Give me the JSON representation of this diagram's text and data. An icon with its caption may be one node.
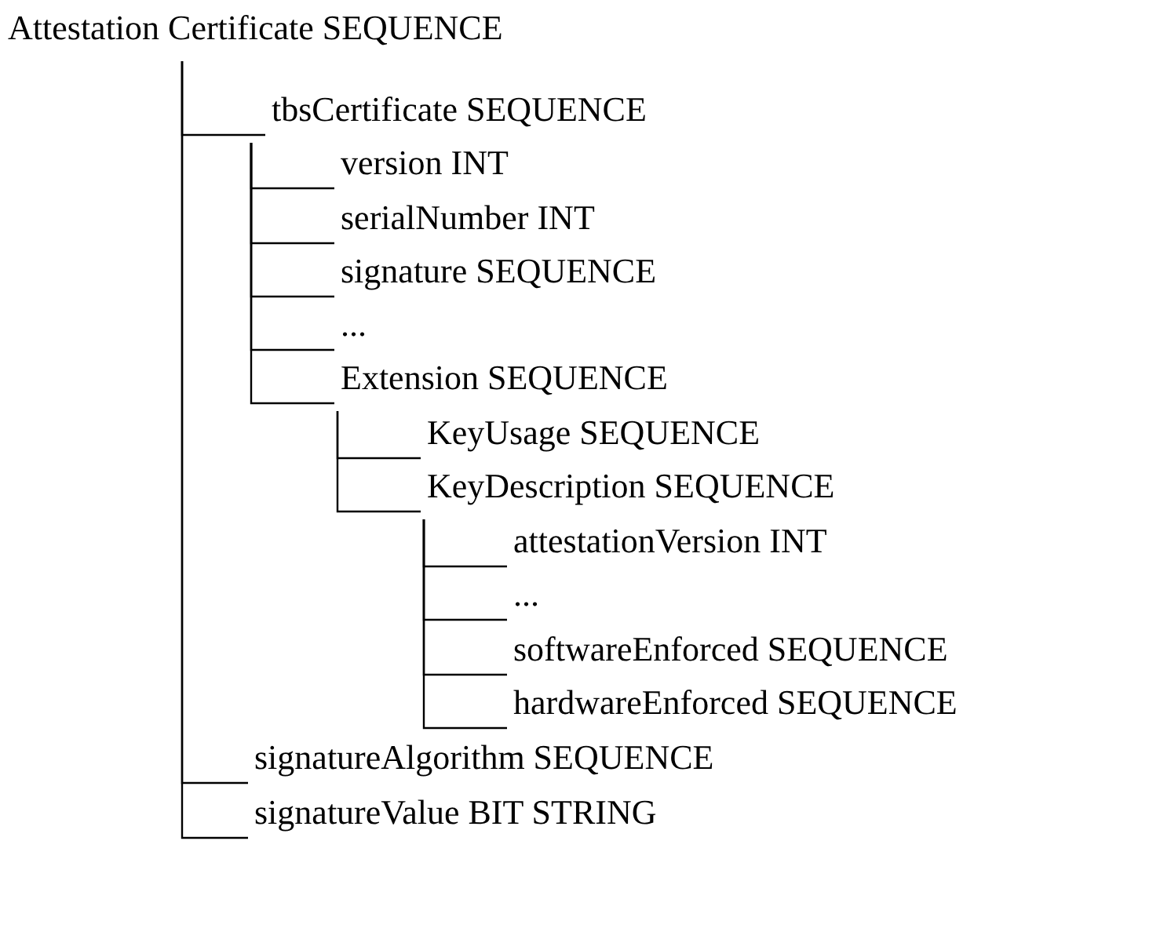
{
  "diagram": {
    "nodes": [
      {
        "text": [
          "Attestation Certificate SEQUENCE"
        ]
      },
      {
        "text": [
          "tbsCertificate SEQUENCE"
        ]
      },
      {
        "text": [
          "version INT"
        ]
      },
      {
        "text": [
          "serialNumber INT"
        ]
      },
      {
        "text": [
          "signature SEQUENCE"
        ]
      },
      {
        "text": [
          "..."
        ]
      },
      {
        "text": [
          "Extension SEQUENCE"
        ]
      },
      {
        "text": [
          "KeyUsage SEQUENCE"
        ]
      },
      {
        "text": [
          "KeyDescription SEQUENCE"
        ]
      },
      {
        "text": [
          "attestationVersion INT"
        ]
      },
      {
        "text": [
          "..."
        ]
      },
      {
        "text": [
          "softwareEnforced SEQUENCE"
        ]
      },
      {
        "text": [
          "hardwareEnforced SEQUENCE"
        ]
      },
      {
        "text": [
          "signatureAlgorithm SEQUENCE"
        ]
      },
      {
        "text": [
          "signatureValue BIT STRING"
        ]
      }
    ],
    "edges": [
      {
        "from": 0,
        "to": 1,
        "arrow": "none"
      },
      {
        "from": 1,
        "to": 2,
        "arrow": "none"
      },
      {
        "from": 1,
        "to": 3,
        "arrow": "none"
      },
      {
        "from": 1,
        "to": 4,
        "arrow": "none"
      },
      {
        "from": 1,
        "to": 5,
        "arrow": "none"
      },
      {
        "from": 1,
        "to": 6,
        "arrow": "none"
      },
      {
        "from": 6,
        "to": 7,
        "arrow": "none"
      },
      {
        "from": 6,
        "to": 8,
        "arrow": "none"
      },
      {
        "from": 8,
        "to": 9,
        "arrow": "none"
      },
      {
        "from": 8,
        "to": 10,
        "arrow": "none"
      },
      {
        "from": 8,
        "to": 11,
        "arrow": "none"
      },
      {
        "from": 8,
        "to": 12,
        "arrow": "none"
      },
      {
        "from": 0,
        "to": 13,
        "arrow": "none"
      },
      {
        "from": 0,
        "to": 14,
        "arrow": "none"
      }
    ]
  }
}
